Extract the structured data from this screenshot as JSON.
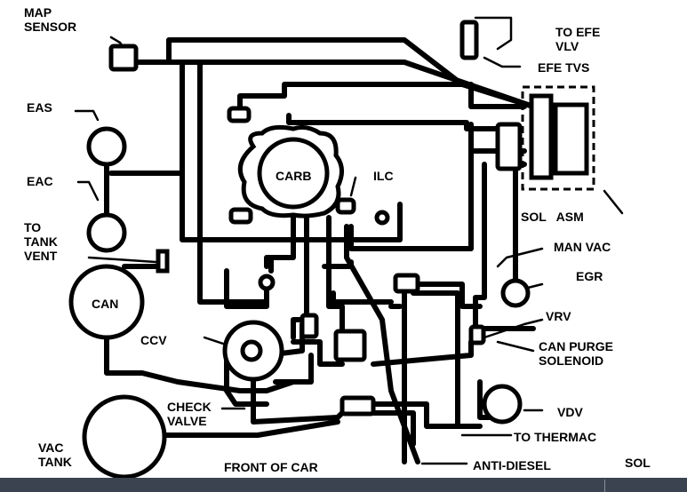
{
  "labels": {
    "map_sensor": "MAP\nSENSOR",
    "eas": "EAS",
    "eac": "EAC",
    "to_tank_vent": "TO\nTANK\nVENT",
    "can": "CAN",
    "ccv": "CCV",
    "check_valve": "CHECK\nVALVE",
    "vac_tank": "VAC\nTANK",
    "front_of_car": "FRONT OF CAR",
    "carb": "CARB",
    "ilc": "ILC",
    "to_efe_vlv": "TO EFE\nVLV",
    "efe_tvs": "EFE TVS",
    "sol_asm": "SOL   ASM",
    "man_vac": "MAN VAC",
    "egr": "EGR",
    "vrv": "VRV",
    "can_purge_solenoid": "CAN PURGE\nSOLENOID",
    "vdv": "VDV",
    "to_thermac": "TO THERMAC",
    "anti_diesel": "ANTI-DIESEL",
    "sol_bottom": "SOL"
  },
  "colors": {
    "line": "#000000",
    "background": "#ffffff",
    "bottom_bar": "#3b4350"
  }
}
